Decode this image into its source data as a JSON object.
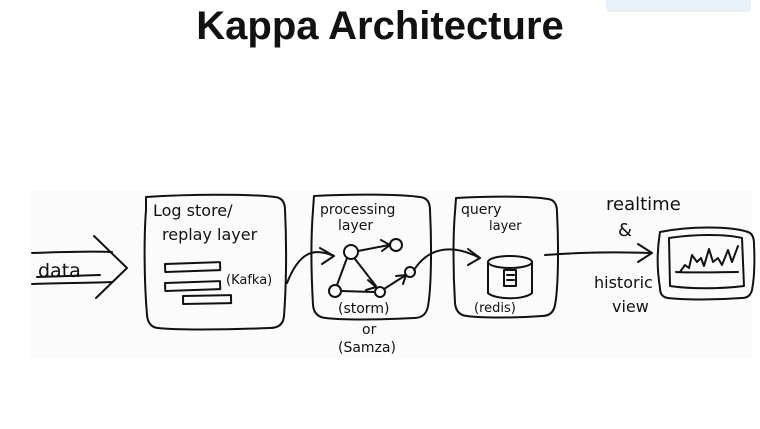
{
  "title": "Kappa Architecture",
  "diagram": {
    "input_label": "data",
    "log_store": {
      "label_line1": "Log store/",
      "label_line2": "replay layer",
      "technology": "(Kafka)"
    },
    "processing": {
      "label_line1": "processing",
      "label_line2": "layer",
      "technology": "(storm)",
      "alt_or": "or",
      "alt_technology": "(Samza)"
    },
    "query": {
      "label_line1": "query",
      "label_line2": "layer",
      "technology": "(redis)"
    },
    "output": {
      "label_top": "realtime",
      "amp": "&",
      "label_bottom1": "historic",
      "label_bottom2": "view"
    }
  },
  "colors": {
    "ink": "#111111",
    "paper": "#fbfbfb"
  }
}
